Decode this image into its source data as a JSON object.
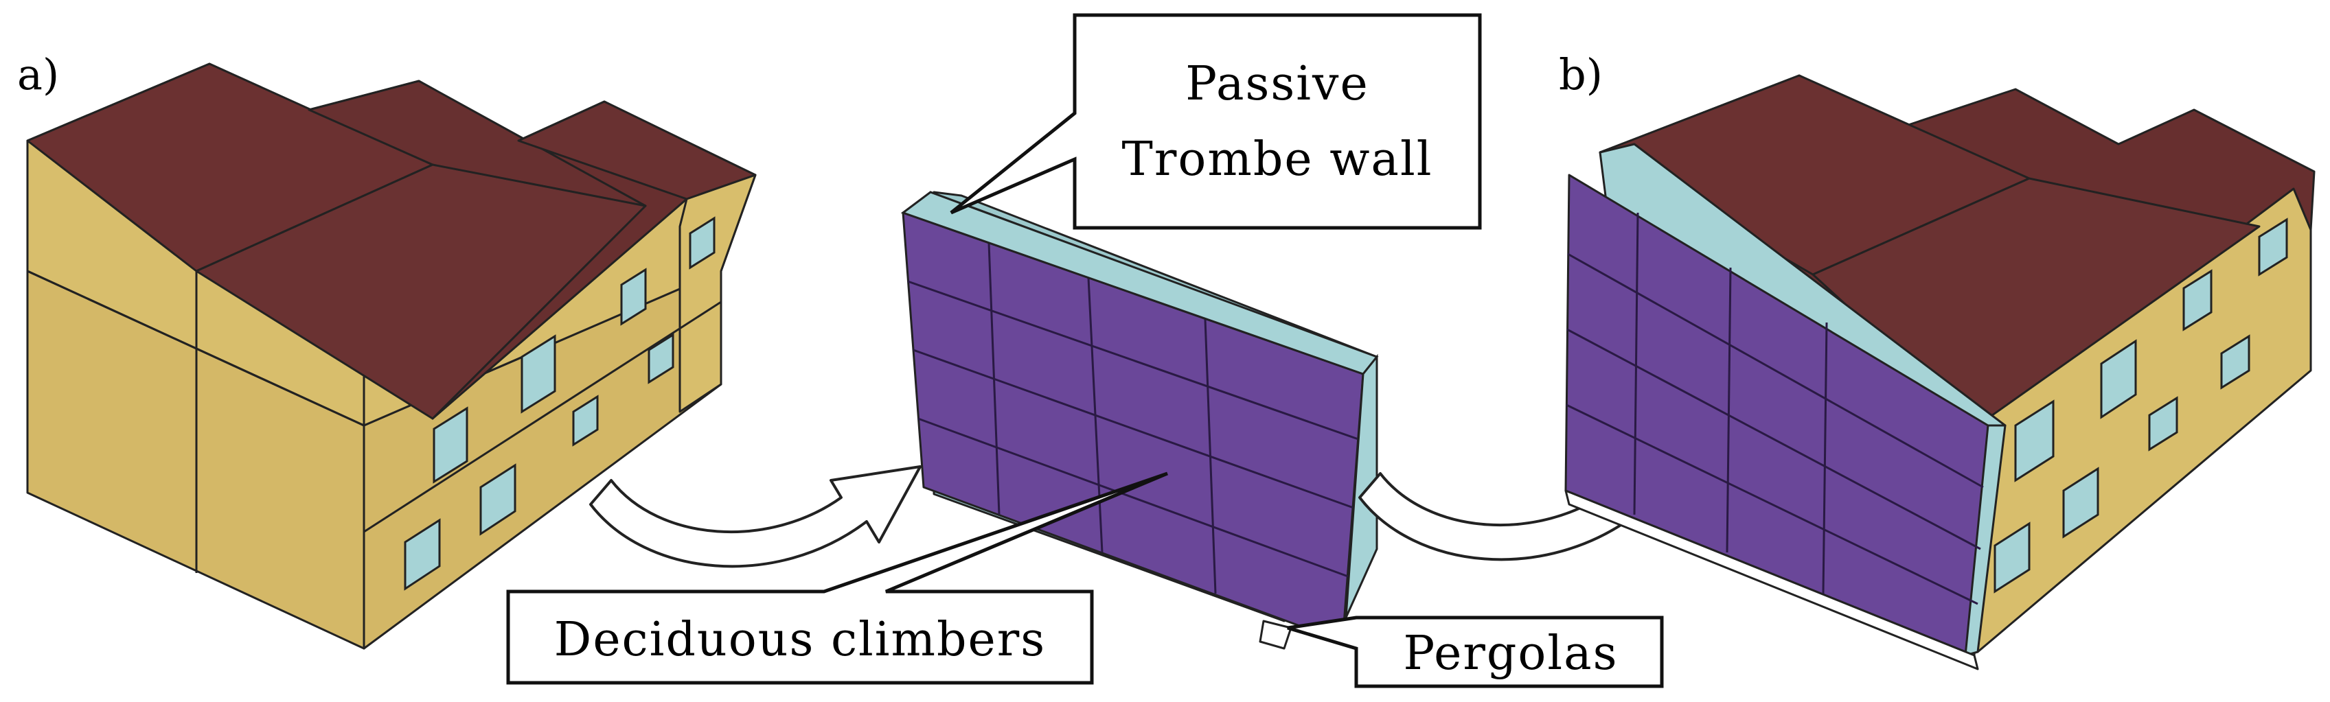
{
  "panels": {
    "a_label": "a)",
    "b_label": "b)"
  },
  "callouts": {
    "trombe_line1": "Passive",
    "trombe_line2": "Trombe wall",
    "climbers": "Deciduous  climbers",
    "pergolas": "Pergolas"
  },
  "colors": {
    "roof": "#672F2F",
    "wall": "#D8BE6C",
    "window": "#A6D3D6",
    "climbers": "#6A4799",
    "glass": "#9CC9CC",
    "outline": "#222222"
  }
}
